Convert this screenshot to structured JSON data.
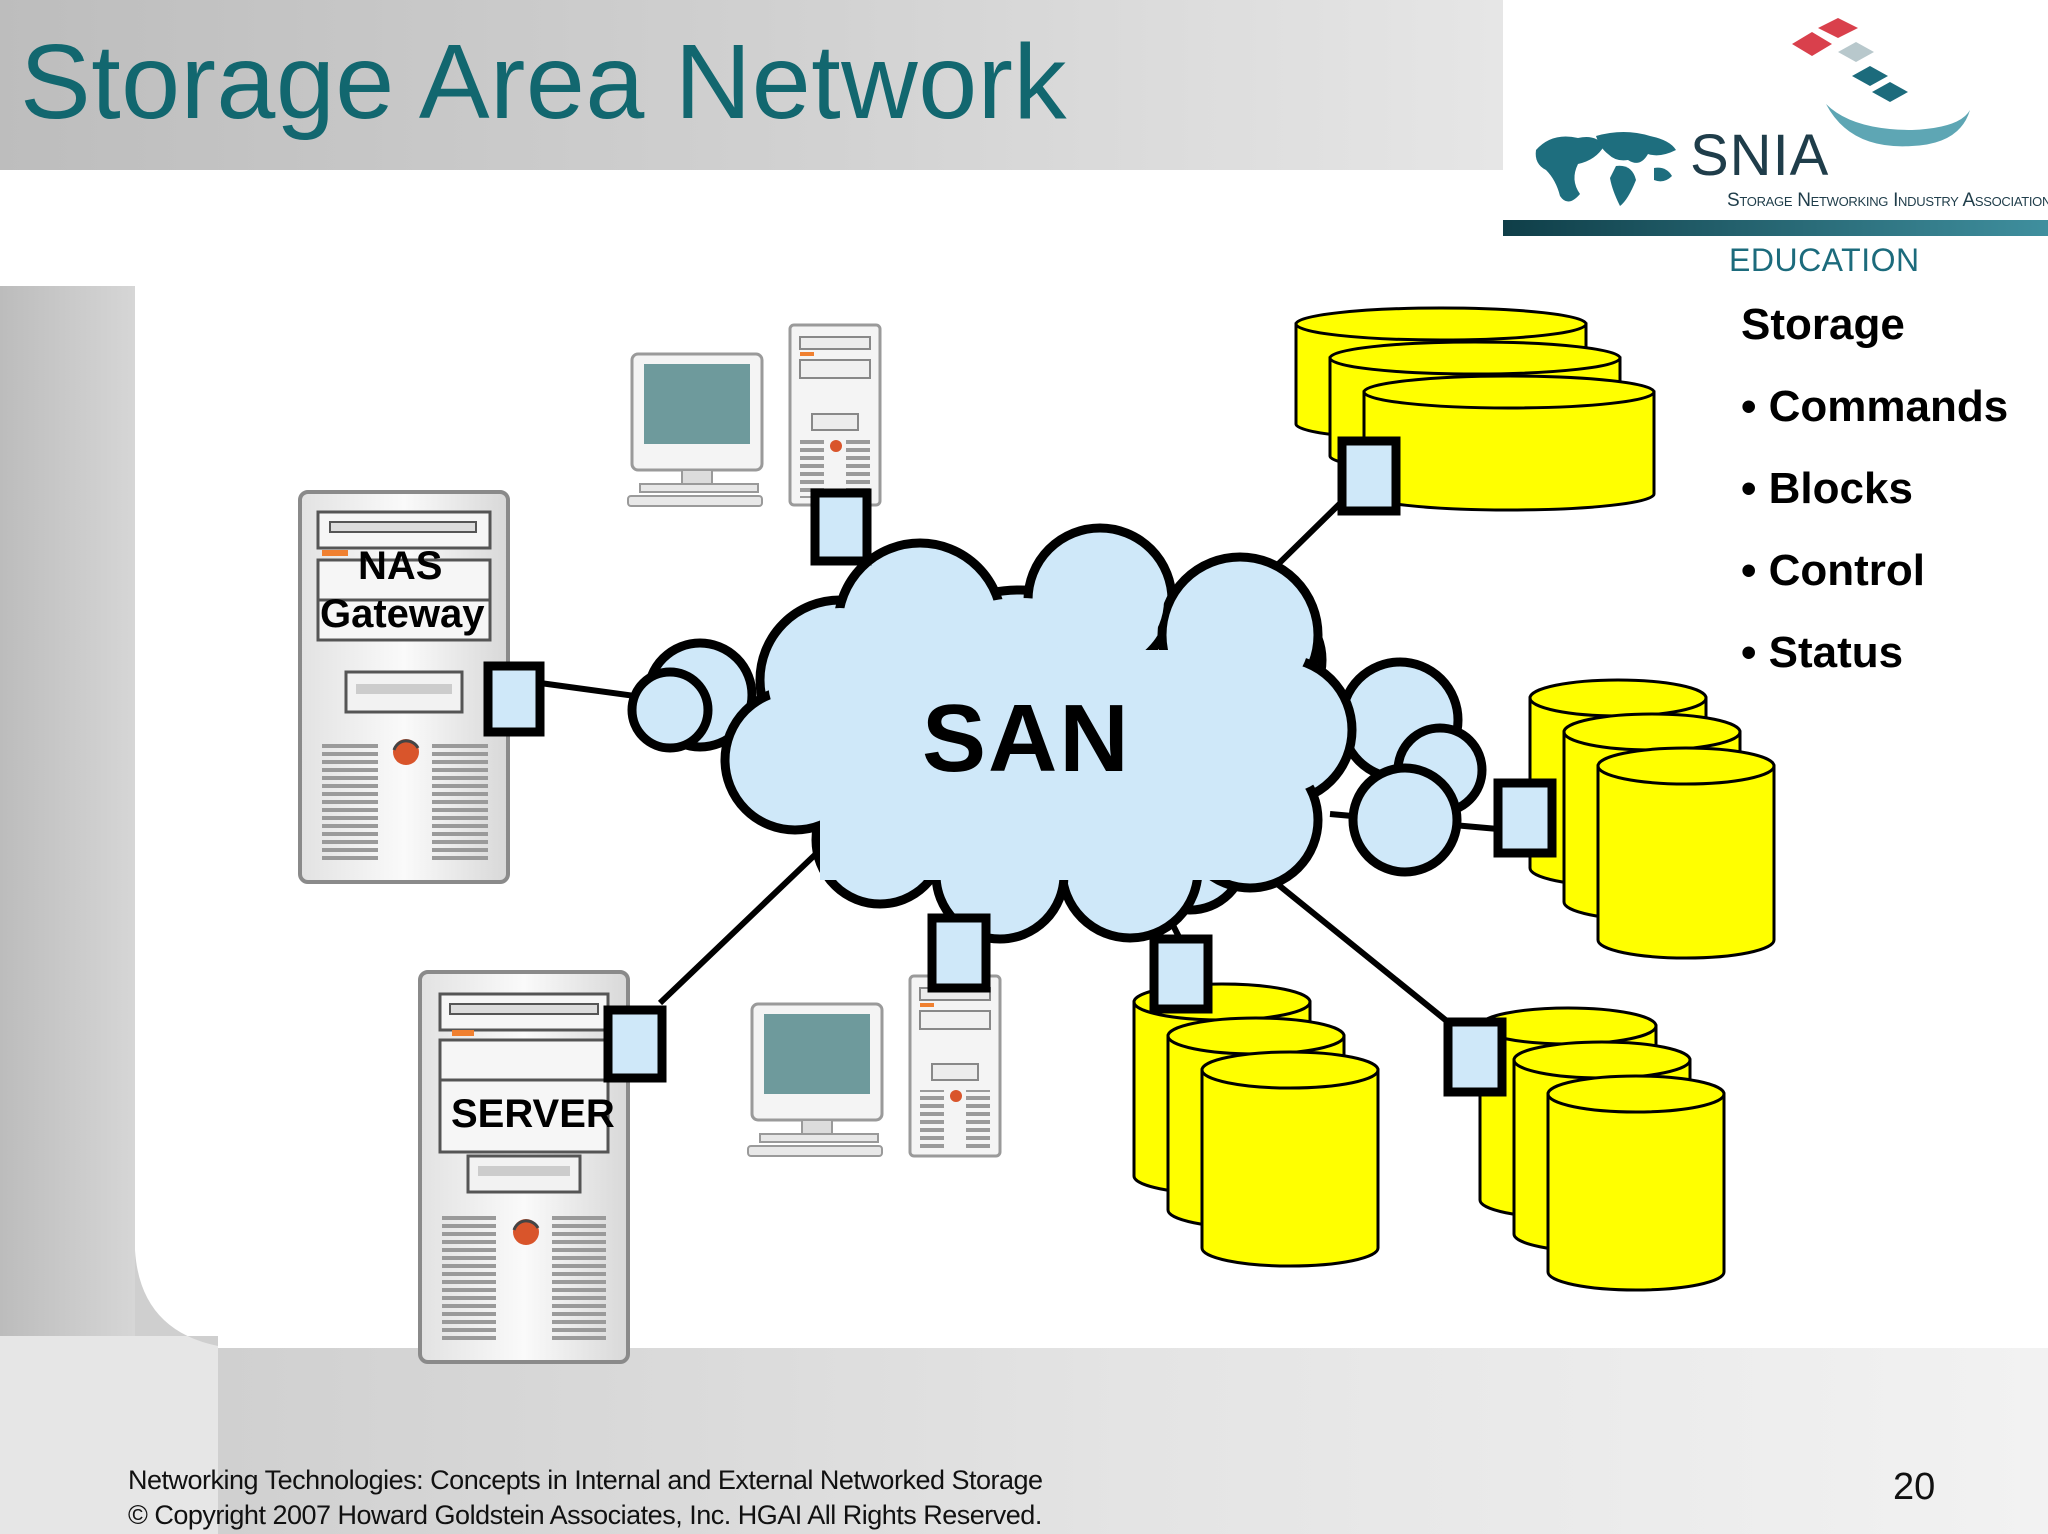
{
  "slide": {
    "title": "Storage Area Network",
    "page_number": "20",
    "footer": {
      "line1": "Networking Technologies: Concepts in Internal and External Networked Storage",
      "line2": "© Copyright 2007 Howard Goldstein Associates, Inc. HGAI All Rights Reserved."
    }
  },
  "logo": {
    "name": "SNIA",
    "subtitle": "Storage Networking Industry Association",
    "section": "EDUCATION",
    "accent_color": "#1c6b7c",
    "mark_colors": [
      "#d9404c",
      "#1c6b7c"
    ]
  },
  "diagram": {
    "cloud_label": "SAN",
    "nodes": {
      "nas_gateway": {
        "label_line1": "NAS",
        "label_line2": "Gateway"
      },
      "server": {
        "label": "SERVER"
      },
      "workstation_top": {
        "label": ""
      },
      "workstation_bottom": {
        "label": ""
      },
      "storage_top_right": {
        "label": ""
      },
      "storage_right": {
        "label": ""
      },
      "storage_bottom_center": {
        "label": ""
      },
      "storage_bottom_right": {
        "label": ""
      }
    },
    "legend": {
      "heading": "Storage",
      "items": [
        "• Commands",
        "• Blocks",
        "• Control",
        "• Status"
      ]
    },
    "colors": {
      "cloud": "#cfe8f9",
      "storage": "#ffff00",
      "adapter": "#cfe8f9",
      "title": "#12676f"
    }
  }
}
